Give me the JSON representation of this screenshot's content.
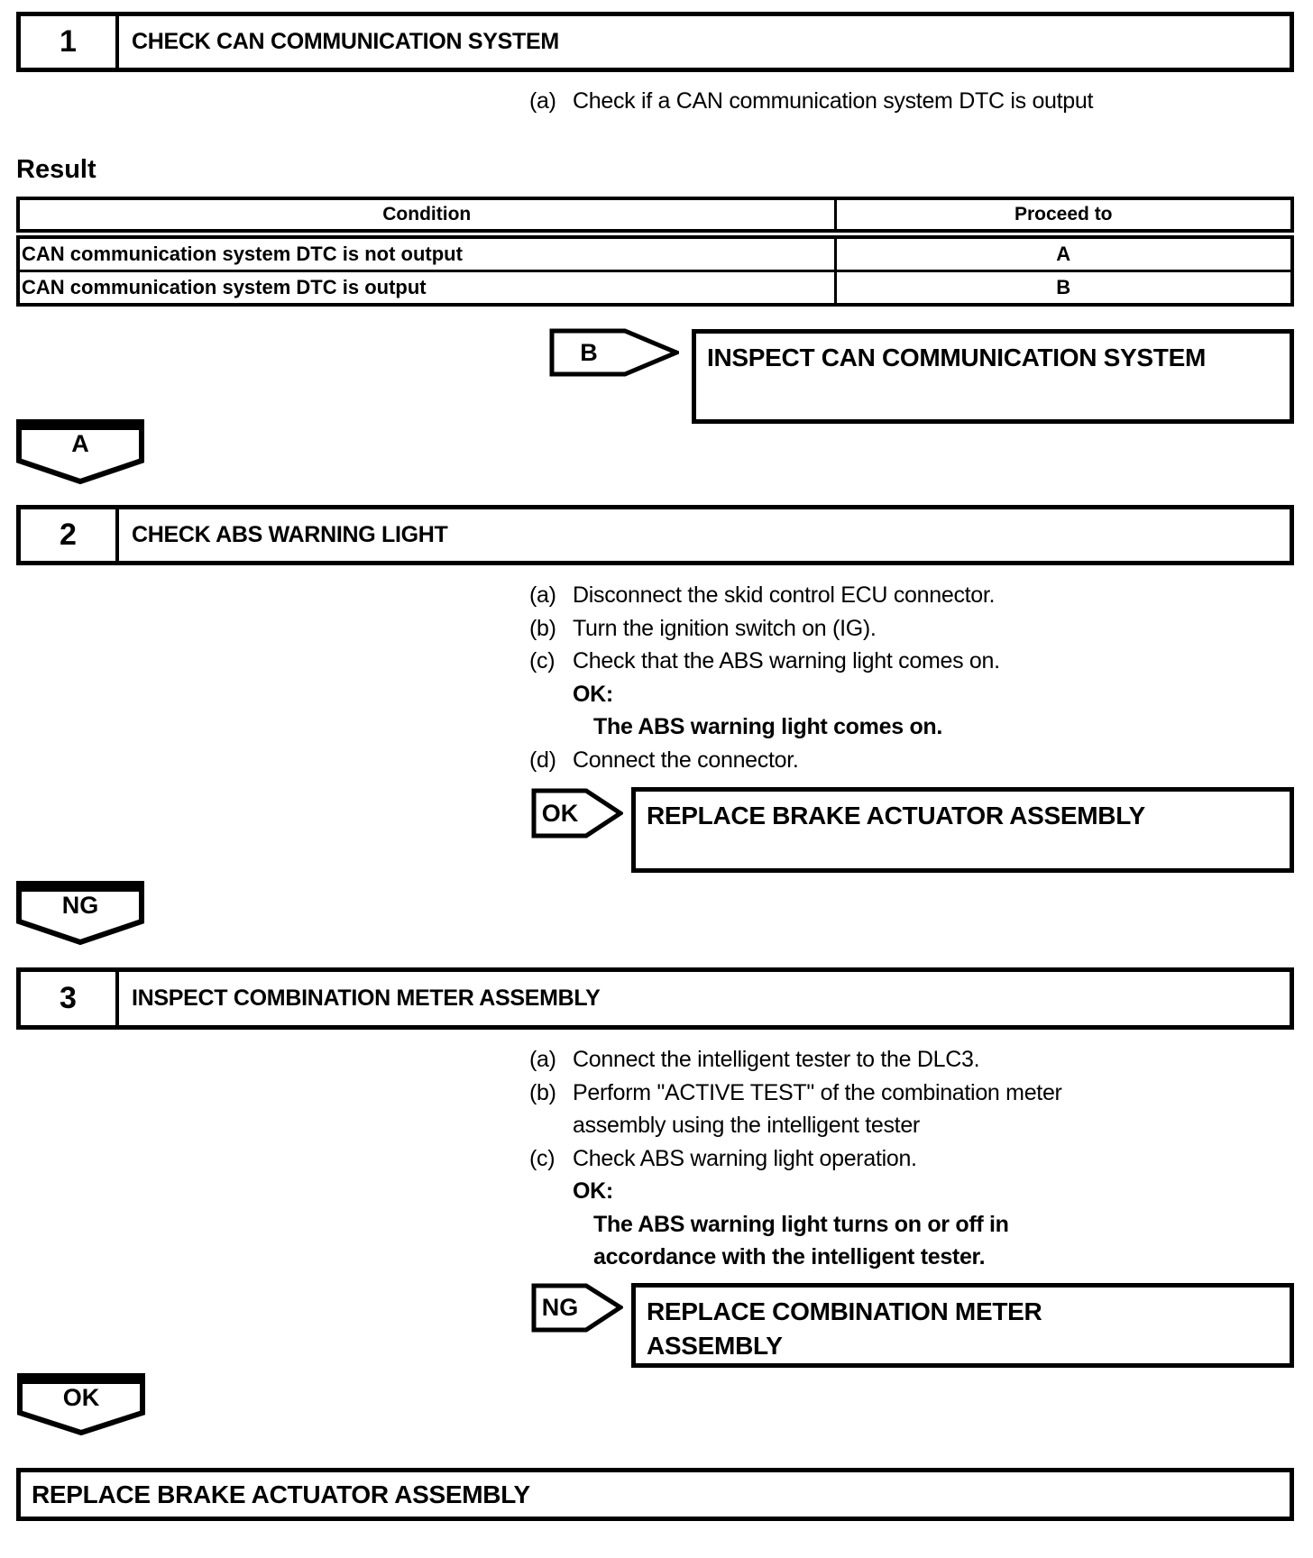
{
  "colors": {
    "foreground": "#000000",
    "background": "#ffffff"
  },
  "steps": [
    {
      "number": "1",
      "title": "CHECK CAN COMMUNICATION SYSTEM"
    },
    {
      "number": "2",
      "title": "CHECK ABS WARNING LIGHT"
    },
    {
      "number": "3",
      "title": "INSPECT COMBINATION METER ASSEMBLY"
    }
  ],
  "step1_list": [
    {
      "label": "(a)",
      "text": "Check if a CAN communication system DTC is output"
    }
  ],
  "result": {
    "heading": "Result",
    "table": {
      "headers": [
        "Condition",
        "Proceed to"
      ],
      "rows": [
        {
          "condition": "CAN communication system DTC is not output",
          "proceed": "A"
        },
        {
          "condition": "CAN communication system DTC is output",
          "proceed": "B"
        }
      ]
    }
  },
  "connector_b": {
    "label": "B",
    "target_line1": "INSPECT CAN COMMUNICATION SYSTEM"
  },
  "pentagon_a": {
    "label": "A"
  },
  "step2_list": [
    {
      "label": "(a)",
      "text": "Disconnect the skid control ECU connector."
    },
    {
      "label": "(b)",
      "text": "Turn the ignition switch on (IG)."
    },
    {
      "label": "(c)",
      "text": "Check that the ABS warning light comes on."
    },
    {
      "label": "",
      "text": "OK:"
    },
    {
      "label": "",
      "text": "The ABS warning light comes on."
    },
    {
      "label": "(d)",
      "text": "Connect the connector."
    }
  ],
  "connector_ok2": {
    "label": "OK",
    "target_line1": "REPLACE BRAKE ACTUATOR ASSEMBLY"
  },
  "pentagon_ng": {
    "label": "NG"
  },
  "step3_list": [
    {
      "label": "(a)",
      "text": "Connect the intelligent tester to the DLC3."
    },
    {
      "label": "(b)",
      "text": "Perform \"ACTIVE TEST\" of the combination meter"
    },
    {
      "label": "",
      "text": "assembly using the intelligent tester"
    },
    {
      "label": "(c)",
      "text": "Check ABS warning light operation."
    },
    {
      "label": "",
      "text": "OK:"
    },
    {
      "label": "",
      "text": "The ABS warning light turns on or off in"
    },
    {
      "label": "",
      "text": "accordance with the intelligent tester."
    }
  ],
  "connector_ng3": {
    "label": "NG",
    "target_line1": "REPLACE COMBINATION METER",
    "target_line2": "ASSEMBLY"
  },
  "pentagon_ok": {
    "label": "OK"
  },
  "final_box": {
    "label": "REPLACE BRAKE ACTUATOR ASSEMBLY"
  }
}
